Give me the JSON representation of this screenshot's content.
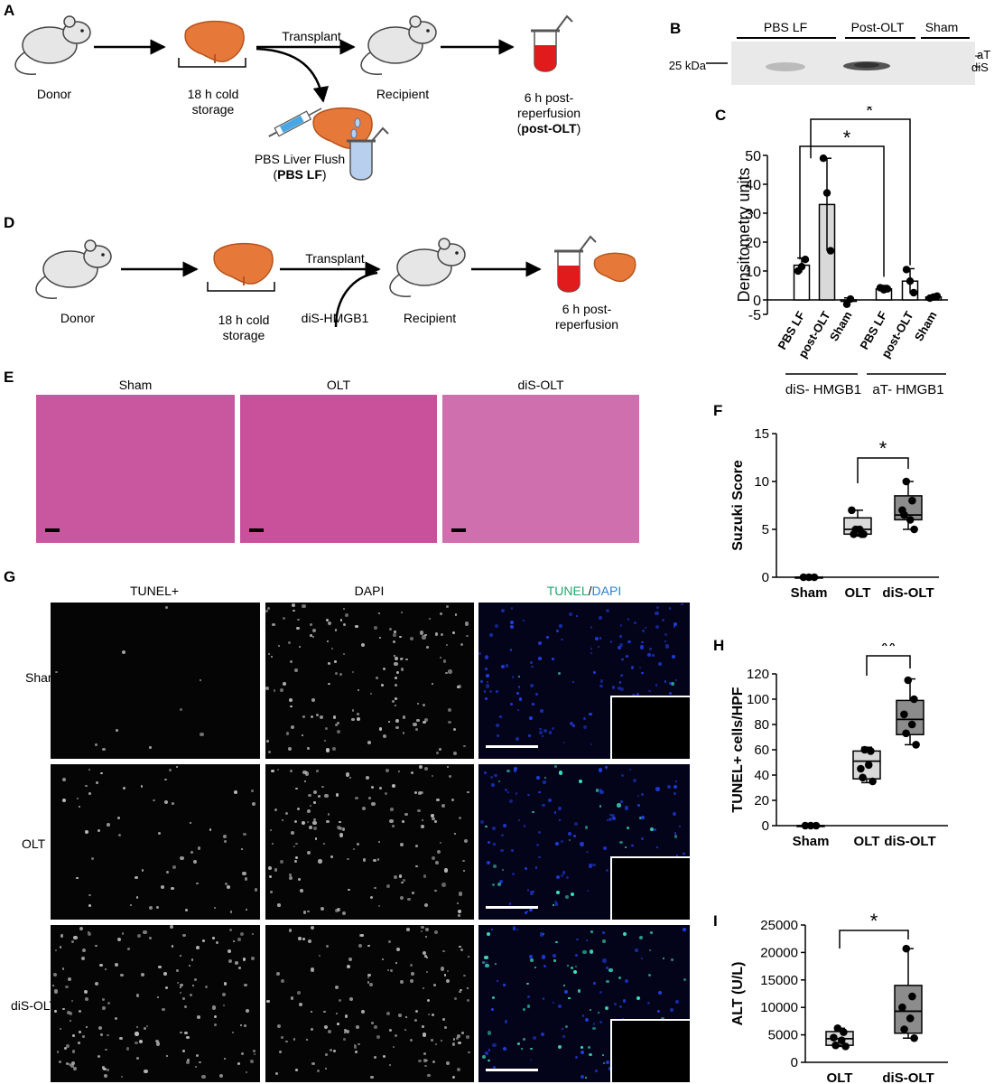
{
  "figure": {
    "panel_letters": [
      "A",
      "B",
      "C",
      "D",
      "E",
      "F",
      "G",
      "H",
      "I"
    ],
    "panelA": {
      "donor": "Donor",
      "storage": "18 h cold storage",
      "transplant": "Transplant",
      "recipient": "Recipient",
      "post_line1": "6 h post-",
      "post_line2": "reperfusion",
      "post_tag": "post-OLT",
      "flush_line1": "PBS Liver Flush",
      "flush_tag": "PBS LF"
    },
    "panelB": {
      "groups": [
        "PBS LF",
        "Post-OLT",
        "Sham"
      ],
      "marker": "25 kDa",
      "band_aT": "aT",
      "band_diS": "diS"
    },
    "panelD": {
      "donor": "Donor",
      "storage": "18 h cold storage",
      "transplant": "Transplant",
      "treatment": "diS-HMGB1",
      "recipient": "Recipient",
      "post": "6 h post-reperfusion"
    },
    "panelE": {
      "columns": [
        "Sham",
        "OLT",
        "diS-OLT"
      ]
    },
    "panelG": {
      "columns": [
        "TUNEL+",
        "DAPI"
      ],
      "merge_tunel": "TUNEL",
      "merge_sep": "/",
      "merge_dapi": "DAPI",
      "merge_tunel_color": "#1fa86c",
      "merge_dapi_color": "#2a7fd1",
      "rows": [
        "Sham",
        "OLT",
        "diS-OLT"
      ]
    }
  },
  "chart_data": [
    {
      "panel": "C",
      "type": "bar",
      "ylabel": "Densitometry units",
      "ylim": [
        -5,
        50
      ],
      "yticks": [
        "-5",
        "0",
        "10",
        "20",
        "30",
        "40",
        "50"
      ],
      "categories": [
        "PBS LF",
        "post-OLT",
        "Sham",
        "PBS LF",
        "post-OLT",
        "Sham"
      ],
      "groups": [
        {
          "name": "diS- HMGB1",
          "indices": [
            0,
            1,
            2
          ]
        },
        {
          "name": "aT- HMGB1",
          "indices": [
            3,
            4,
            5
          ]
        }
      ],
      "values": [
        12,
        33,
        -0.5,
        3.8,
        6.5,
        1
      ],
      "errors": [
        2.5,
        16,
        1.2,
        1.2,
        4.3,
        0.4
      ],
      "bar_colors": [
        "#ffffff",
        "#d9d9d9",
        "#d9d9d9",
        "#ffffff",
        "#ffffff",
        "#ffffff"
      ],
      "points": [
        [
          10,
          11.5,
          14
        ],
        [
          49,
          37,
          17
        ],
        [
          -1.5,
          0.3
        ],
        [
          4.2,
          3.5,
          3.8
        ],
        [
          10.5,
          6.5,
          2.5
        ],
        [
          0.6,
          1,
          1.3
        ]
      ],
      "significance": [
        {
          "from": 0,
          "to": 3,
          "label": "*"
        },
        {
          "from": 0,
          "to": 4,
          "label": "*"
        }
      ]
    },
    {
      "panel": "F",
      "type": "box",
      "ylabel": "Suzuki  Score",
      "ylim": [
        0,
        15
      ],
      "yticks": [
        "0",
        "5",
        "10",
        "15"
      ],
      "categories": [
        "Sham",
        "OLT",
        "diS-OLT"
      ],
      "boxes": [
        {
          "min": 0,
          "q1": 0,
          "median": 0,
          "q3": 0,
          "max": 0,
          "color": "#ffffff"
        },
        {
          "min": 4.3,
          "q1": 4.5,
          "median": 5,
          "q3": 6.2,
          "max": 7,
          "color": "#d9d9d9"
        },
        {
          "min": 5,
          "q1": 6,
          "median": 6.5,
          "q3": 8.5,
          "max": 10,
          "color": "#8c8c8c"
        }
      ],
      "points": [
        [
          0,
          0,
          0
        ],
        [
          5,
          4.5,
          7,
          5,
          4.5,
          4.5
        ],
        [
          10,
          8,
          7,
          6,
          6.5,
          5
        ]
      ],
      "significance": [
        {
          "from": 1,
          "to": 2,
          "label": "*"
        }
      ]
    },
    {
      "panel": "H",
      "type": "box",
      "ylabel": "TUNEL+ cells/HPF",
      "ylim": [
        0,
        120
      ],
      "yticks": [
        "0",
        "20",
        "40",
        "60",
        "80",
        "100",
        "120"
      ],
      "categories": [
        "Sham",
        "OLT",
        "diS-OLT"
      ],
      "boxes": [
        {
          "min": 0,
          "q1": 0,
          "median": 0,
          "q3": 0,
          "max": 0,
          "color": "#ffffff"
        },
        {
          "min": 34,
          "q1": 37,
          "median": 51,
          "q3": 59,
          "max": 62,
          "color": "#d9d9d9"
        },
        {
          "min": 64,
          "q1": 72,
          "median": 84,
          "q3": 99,
          "max": 116,
          "color": "#8c8c8c"
        }
      ],
      "points": [
        [
          0,
          0,
          0
        ],
        [
          60,
          59,
          45,
          48,
          38,
          35
        ],
        [
          115,
          100,
          88,
          80,
          73,
          64
        ]
      ],
      "significance": [
        {
          "from": 1,
          "to": 2,
          "label": "**"
        }
      ]
    },
    {
      "panel": "I",
      "type": "box",
      "ylabel": "ALT (U/L)",
      "ylim": [
        0,
        25000
      ],
      "yticks": [
        "0",
        "5000",
        "10000",
        "15000",
        "20000",
        "25000"
      ],
      "categories": [
        "OLT",
        "diS-OLT"
      ],
      "boxes": [
        {
          "min": 2900,
          "q1": 3100,
          "median": 4300,
          "q3": 5600,
          "max": 6200,
          "color": "#d9d9d9"
        },
        {
          "min": 4400,
          "q1": 5300,
          "median": 9300,
          "q3": 14000,
          "max": 20700,
          "color": "#8c8c8c"
        }
      ],
      "points": [
        [
          6200,
          5500,
          4500,
          4000,
          3100,
          2900
        ],
        [
          20700,
          12000,
          10000,
          8000,
          6000,
          4400
        ]
      ],
      "significance": [
        {
          "from": 0,
          "to": 1,
          "label": "*"
        }
      ]
    }
  ]
}
